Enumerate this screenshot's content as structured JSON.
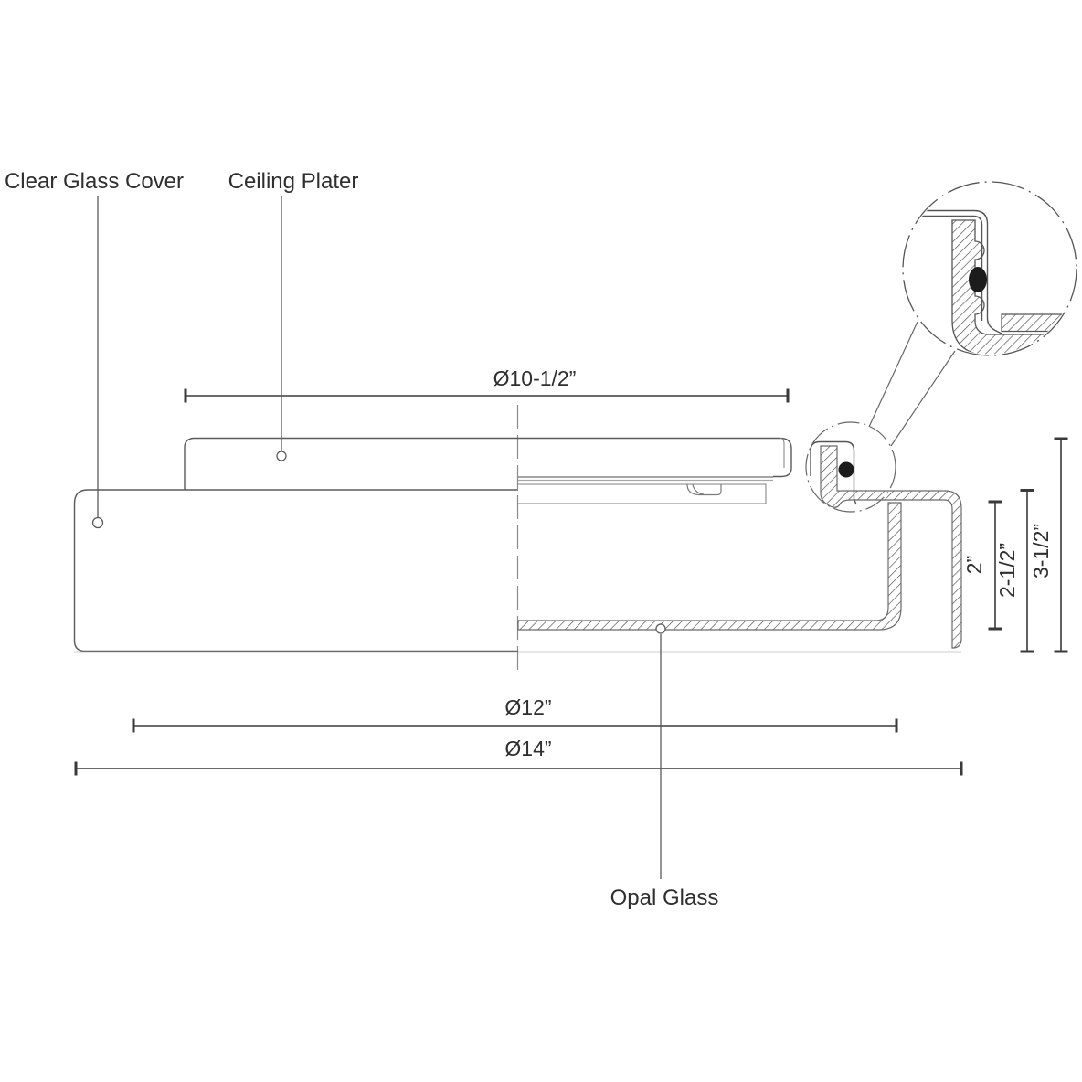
{
  "title": "Flush mount ceiling light fixture cross-section drawing",
  "labels": {
    "clear_glass_cover": "Clear Glass Cover",
    "ceiling_plater": "Ceiling Plater",
    "opal_glass": "Opal Glass"
  },
  "dimensions": {
    "plate_diameter": "Ø10-1/2”",
    "inner_diameter": "Ø12”",
    "outer_diameter": "Ø14”",
    "glass_inner_height": "2”",
    "body_height": "2-1/2”",
    "total_height": "3-1/2”"
  },
  "colors": {
    "outline": "#4d4d4d",
    "secondary_line": "#999999",
    "dimension_line": "#3a3a3a",
    "hatch": "#4a4a4a",
    "gasket": "#1c1c1c",
    "text": "#2f2f2f"
  },
  "icons": {
    "detail_callout": "magnified-detail-circle",
    "leader_marker": "small-circle-marker"
  }
}
